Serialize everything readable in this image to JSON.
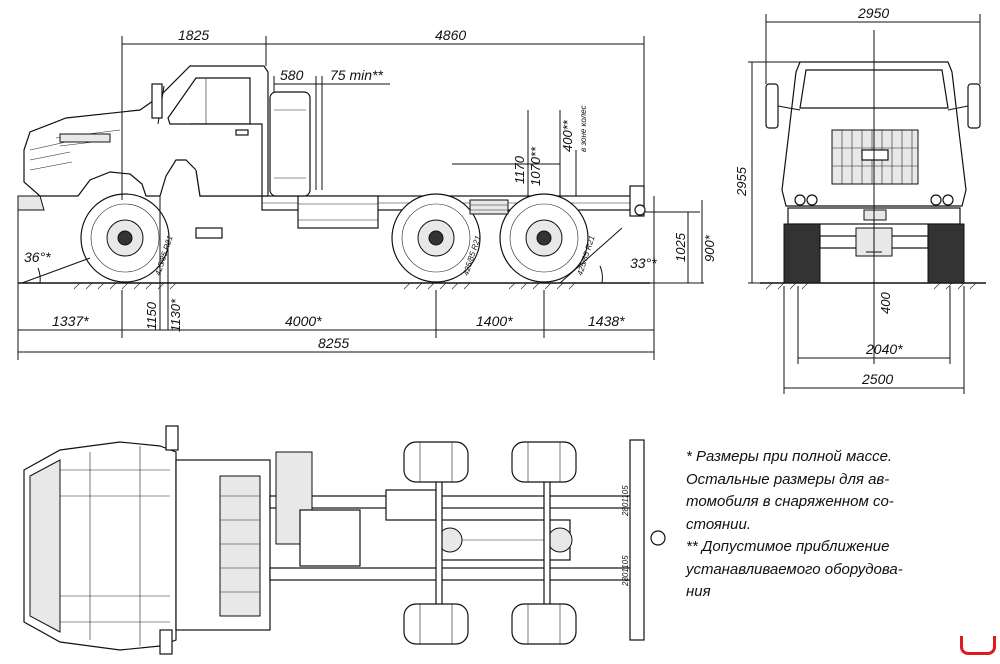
{
  "dimensions": {
    "side": {
      "cab_length": "1825",
      "chassis_length": "4860",
      "d580": "580",
      "d75min": "75 min**",
      "d1170": "1170",
      "d1070": "1070**",
      "d400": "400**",
      "wheel_zone": "в зоне колес",
      "angle_front": "36°*",
      "angle_rear": "33°*",
      "d1025": "1025",
      "d900": "900*",
      "d1150": "1150",
      "d1130": "1130*",
      "overhang_front": "1337*",
      "wheelbase": "4000*",
      "bogie": "1400*",
      "overhang_rear": "1438*",
      "overall_length": "8255",
      "tyre_front": "425/85 R21",
      "tyre_mid": "425/85 R21",
      "tyre_rear": "425/85 R21"
    },
    "front": {
      "width_mirrors": "2950",
      "height": "2955",
      "clearance": "400",
      "track": "2040*",
      "width": "2500"
    },
    "top": {
      "ref1": "2801105",
      "ref2": "2801105"
    }
  },
  "notes": [
    "* Размеры при полной массе.",
    "Остальные размеры для ав-",
    "томобиля в снаряженном со-",
    "стоянии.",
    "** Допустимое приближение",
    "устанавливаемого оборудова-",
    "ния"
  ],
  "colors": {
    "line": "#111111",
    "accent": "#e0191e"
  }
}
